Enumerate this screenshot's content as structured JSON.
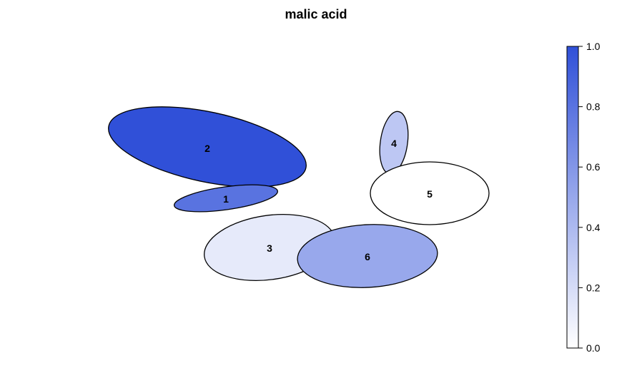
{
  "chart_data": {
    "type": "ellipse-map",
    "title": "malic acid",
    "ellipses": [
      {
        "label": "1",
        "value": 0.8
      },
      {
        "label": "2",
        "value": 1.0
      },
      {
        "label": "3",
        "value": 0.12
      },
      {
        "label": "4",
        "value": 0.32
      },
      {
        "label": "5",
        "value": 0.0
      },
      {
        "label": "6",
        "value": 0.5
      }
    ],
    "colorbar": {
      "min": 0.0,
      "max": 1.0,
      "low_color": "#ffffff",
      "high_color": "#3050d8",
      "ticks": [
        "0.0",
        "0.2",
        "0.4",
        "0.6",
        "0.8",
        "1.0"
      ]
    }
  }
}
